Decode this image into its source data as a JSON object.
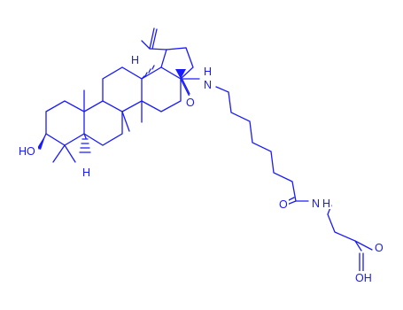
{
  "colors": {
    "bond": "#1a1aff",
    "background": "#ffffff"
  },
  "labels": {
    "hydroxyl": "HO",
    "h_a": "H",
    "h_b": "H",
    "amide_nh_1": "H",
    "amide_n_1": "N",
    "amide_o_1": "O",
    "amide_o_2": "O",
    "amide_n_2": "N",
    "amide_nh_2": "H",
    "acid_o": "O",
    "acid_oh": "OH"
  }
}
